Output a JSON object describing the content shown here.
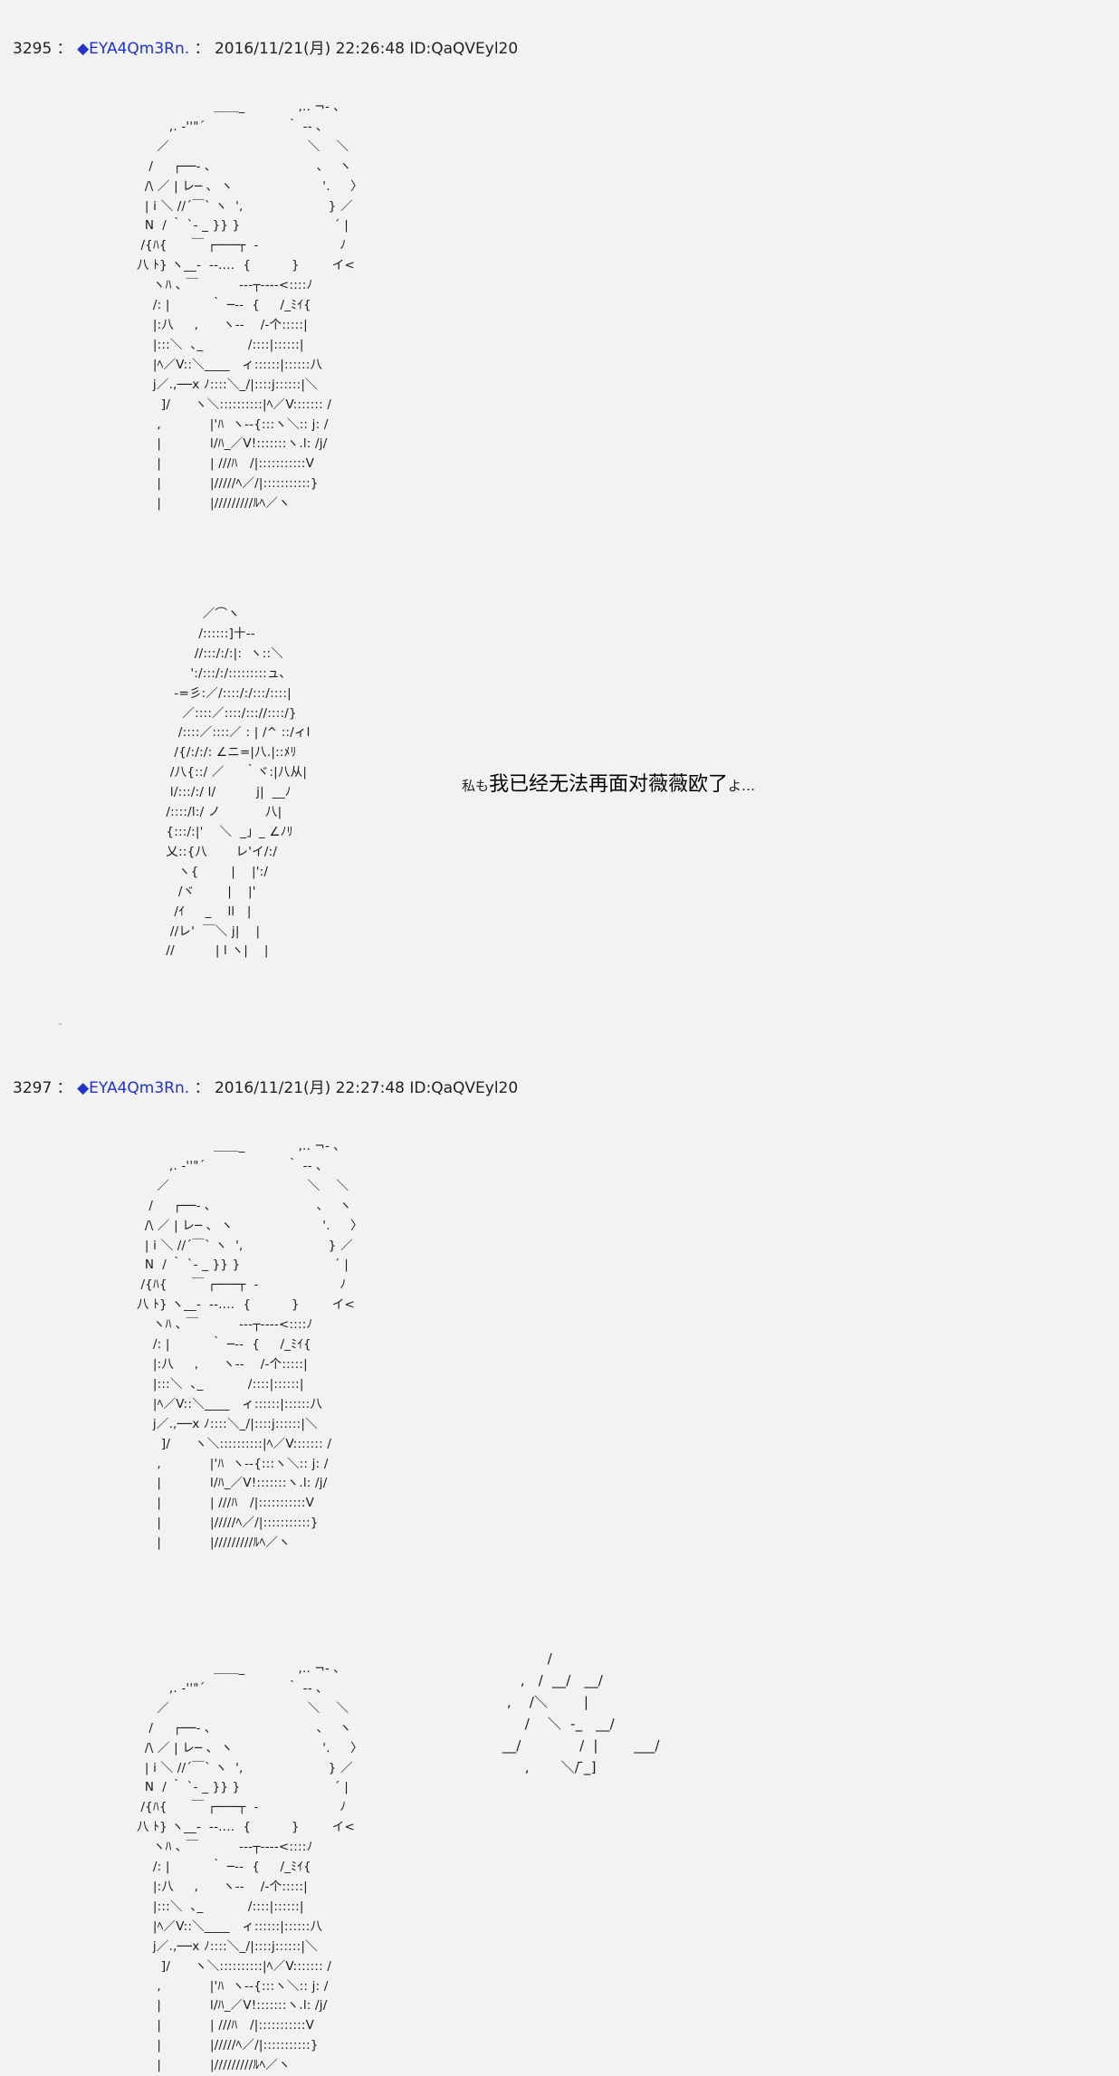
{
  "posts": [
    {
      "number": "3295",
      "separator": "：",
      "trip": "◆EYA4Qm3Rn.",
      "colon": "：",
      "date": "2016/11/21(月) 22:26:48",
      "id": "ID:QaQVEyl20"
    },
    {
      "number": "3297",
      "separator": "：",
      "trip": "◆EYA4Qm3Rn.",
      "colon": "：",
      "date": "2016/11/21(月) 22:27:48",
      "id": "ID:QaQVEyl20"
    }
  ],
  "art": {
    "hooded_figure": "                         ＿＿_     　 　 ,.. ¬- ､\n              ,. ‐''\"´                    ｀ ‐- ､\n           ／                                  ＼    ＼\n         /     ┌──‐ ､                          ､    ヽ\n        /\\ ／ | レ─ ､  ヽ                      '.     〉\n        | i ＼ //´￣` ヽ  ',                     } ／\n        N  / ｀ `- _ }} }                       ´ |\n       /{ﾊ{      ￣ ┌───┬  ‐                    ﾉ\n      八 ﾄ} ヽ__-  ‐‐..‥  {          }        イ<\n          ヽﾊ ､ ￣          ‐‐‐┬‐‐‐‐<::::ﾉ\n          /: |          ｀ ─‐‐  {     /_ﾐｲ{\n          |:八     ,      ヽ‐‐    /‐个:::::|\n          |:::＼  ､_           /::::|::::::|\n          |ﾍ／V::＼____   ィ::::::|::::::八\n          j／.,──x ﾉ::::＼_/|::::j::::::|＼\n            ]/      ヽ＼::::::::::|ﾍ／V::::::: /\n           ,            |'ﾊ  ヽ‐‐{:::ヽ＼:: j: /\n           |            l/ﾊ_／V!:::::::ヽ.l: /j/\n           |            | ///ﾊ   /|:::::::::::V\n           |            |/////ﾍ／/|:::::::::::}\n           |            |/////////ﾙﾍ／ヽ",
    "leaning_figure": "                    ／⌒ヽ\n                   /::::::]十‐-\n                  //:::/:/:|:  ヽ::＼\n                 ':/:::/:/:::::::::ュ､\n             ‐=彡:／/::::/:/:::/::::|\n               ／::::／::::/::://::::/}\n              /::::／::::／ : | /^ ::/ィl\n             /{/:/:/: ∠ニ=|八.|::ﾒﾘ\n            /八{::/ ／     ｀ヾ:|八从|\n            l/:::/:/ l/          j|  __ﾉ\n           /::::/l:/ ノ           八|\n           {:::/:|'    ＼  _」_ ∠ﾉﾘ\n           乂::{八       レ'イ/:/\n              ヽ{        |    |':/\n              /ヾ        |    |'\n             /ｲ     _    ll   |\n            //レ'  ￣＼ j|    |\n           //          | l ヽ|    |",
    "katakana_art": "             /\n       ,   /  __/   __/\n    ,    /＼        |\n        /    ＼  ‐_   __/\n   __/             /  |        ___/\n        ,       ＼/ ̄_]"
  },
  "caption": {
    "original_text": "私も",
    "translation": "我已经无法再面对薇薇欧了",
    "trailing": "よ…"
  },
  "footer_dots": "¨"
}
